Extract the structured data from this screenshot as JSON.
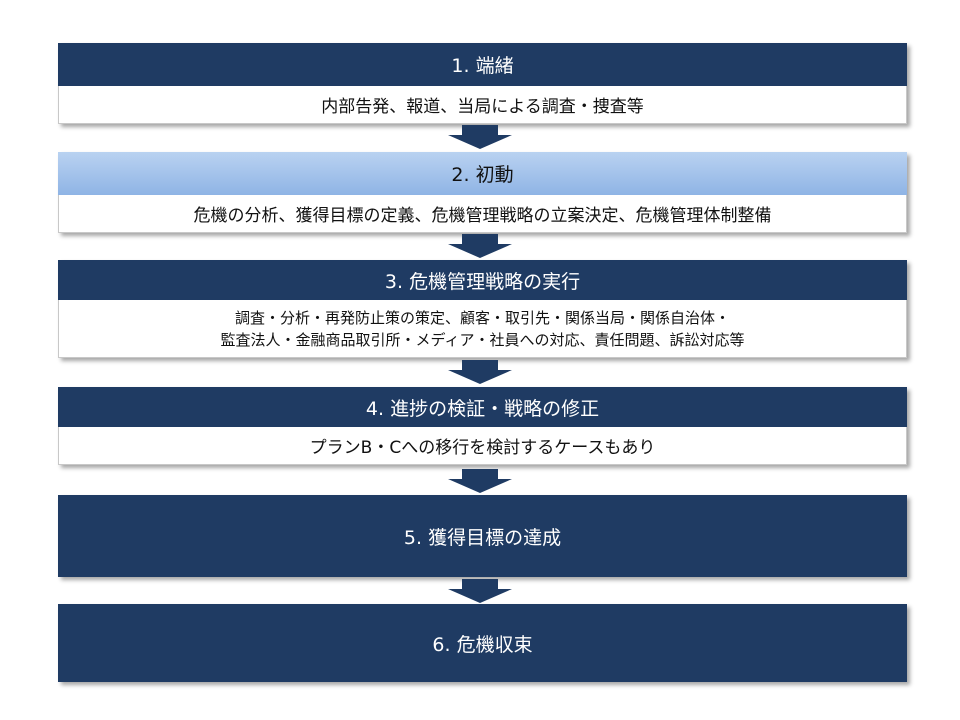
{
  "steps": [
    {
      "title": "1. 端緒",
      "lines": [
        "内部告発、報道、当局による調査・捜査等"
      ]
    },
    {
      "title": "2. 初動",
      "lines": [
        "危機の分析、獲得目標の定義、危機管理戦略の立案決定、危機管理体制整備"
      ]
    },
    {
      "title": "3. 危機管理戦略の実行",
      "lines": [
        "調査・分析・再発防止策の策定、顧客・取引先・関係当局・関係自治体・",
        "監査法人・金融商品取引所・メディア・社員への対応、責任問題、訴訟対応等"
      ]
    },
    {
      "title": "4. 進捗の検証・戦略の修正",
      "lines": [
        "プランB・Cへの移行を検討するケースもあり"
      ]
    }
  ],
  "final_steps": [
    {
      "title": "5. 獲得目標の達成"
    },
    {
      "title": "6. 危機収束"
    }
  ],
  "colors": {
    "dark_header": "#1f3b63",
    "highlight_header": "#a8c6ee",
    "arrow": "#1f3b63"
  }
}
